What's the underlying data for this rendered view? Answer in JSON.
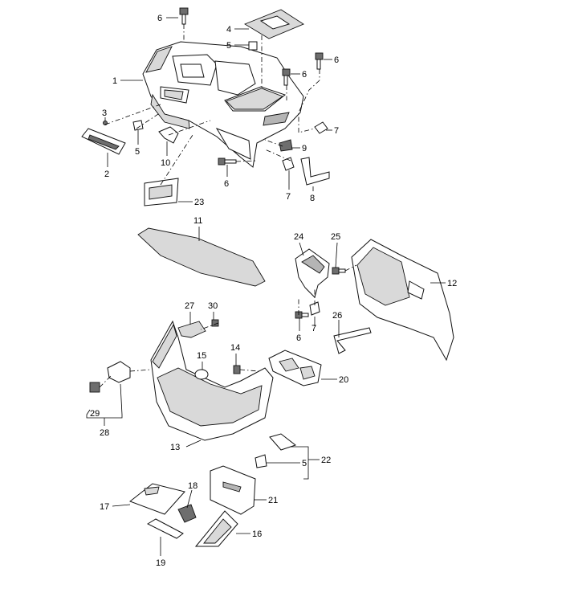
{
  "diagram": {
    "labels": {
      "p1": "1",
      "p2": "2",
      "p3": "3",
      "p4": "4",
      "p5a": "5",
      "p5b": "5",
      "p5c": "5",
      "p6a": "6",
      "p6b": "6",
      "p6c": "6",
      "p6d": "6",
      "p6e": "6",
      "p7a": "7",
      "p7b": "7",
      "p7c": "7",
      "p8": "8",
      "p9": "9",
      "p10": "10",
      "p11": "11",
      "p12": "12",
      "p13": "13",
      "p14": "14",
      "p15": "15",
      "p16": "16",
      "p17": "17",
      "p18": "18",
      "p19": "19",
      "p20": "20",
      "p21": "21",
      "p22": "22",
      "p23": "23",
      "p24": "24",
      "p25": "25",
      "p26": "26",
      "p27": "27",
      "p28": "28",
      "p29": "29",
      "p30": "30"
    },
    "colors": {
      "line": "#000000",
      "fill_light": "#d9d9d9",
      "fill_mid": "#b5b5b5",
      "fill_dark": "#6e6e6e"
    }
  }
}
